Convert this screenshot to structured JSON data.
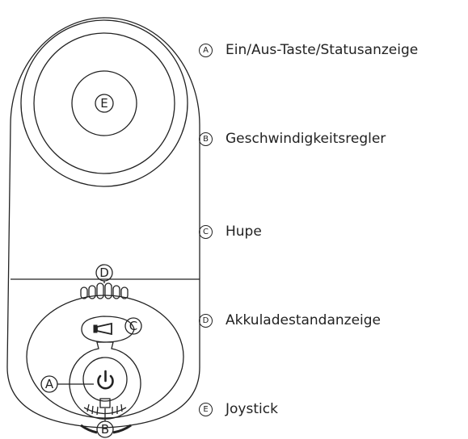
{
  "legend": [
    {
      "key": "A",
      "symbol": "Ⓐ",
      "label": "Ein/Aus-Taste/Statusanzeige"
    },
    {
      "key": "B",
      "symbol": "Ⓑ",
      "label": "Geschwindigkeitsregler"
    },
    {
      "key": "C",
      "symbol": "Ⓒ",
      "label": "Hupe"
    },
    {
      "key": "D",
      "symbol": "Ⓓ",
      "label": "Akkuladestandanzeige"
    },
    {
      "key": "E",
      "symbol": "Ⓔ",
      "label": "Joystick"
    }
  ],
  "callouts": {
    "A": "A",
    "B": "B",
    "C": "C",
    "D": "D",
    "E": "E"
  },
  "colors": {
    "line": "#222222",
    "background": "#ffffff"
  },
  "icons": {
    "horn": "horn-icon",
    "power": "power-icon"
  }
}
